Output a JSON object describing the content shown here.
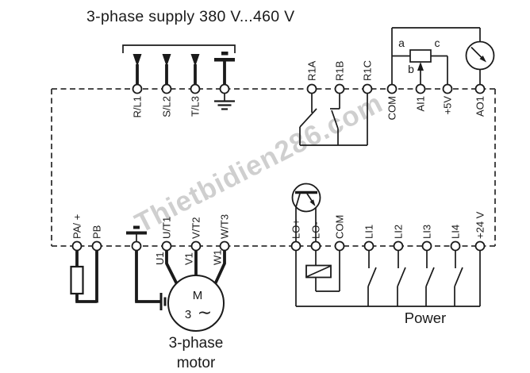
{
  "title": "3-phase supply 380 V...460 V",
  "watermark": "Thietbidien286.com",
  "colors": {
    "line": "#1a1a1a",
    "boundary_dash": "#333333",
    "watermark": "#8f8f8f",
    "background": "#ffffff"
  },
  "terminals": {
    "supply": [
      "R/L1",
      "S/L2",
      "T/L3"
    ],
    "relay_output": [
      "R1A",
      "R1B",
      "R1C"
    ],
    "analog": [
      "COM",
      "AI1",
      "+5V",
      "AO1"
    ],
    "braking": [
      "PA/ +",
      "PB"
    ],
    "motor_output": [
      "U/T1",
      "V/T2",
      "W/T3"
    ],
    "logic_output": [
      "LO+",
      "LO-",
      "COM"
    ],
    "logic_input": [
      "LI1",
      "LI2",
      "LI3",
      "LI4"
    ],
    "supply_24v": "+24 V"
  },
  "potentiometer": {
    "terminal_a": "a",
    "terminal_b": "b",
    "terminal_c": "c"
  },
  "motor": {
    "letter": "M",
    "phases": "3",
    "sine": "∼",
    "wires": [
      "U1",
      "V1",
      "W1"
    ],
    "caption": [
      "3-phase",
      "motor"
    ]
  },
  "power_label": "Power"
}
